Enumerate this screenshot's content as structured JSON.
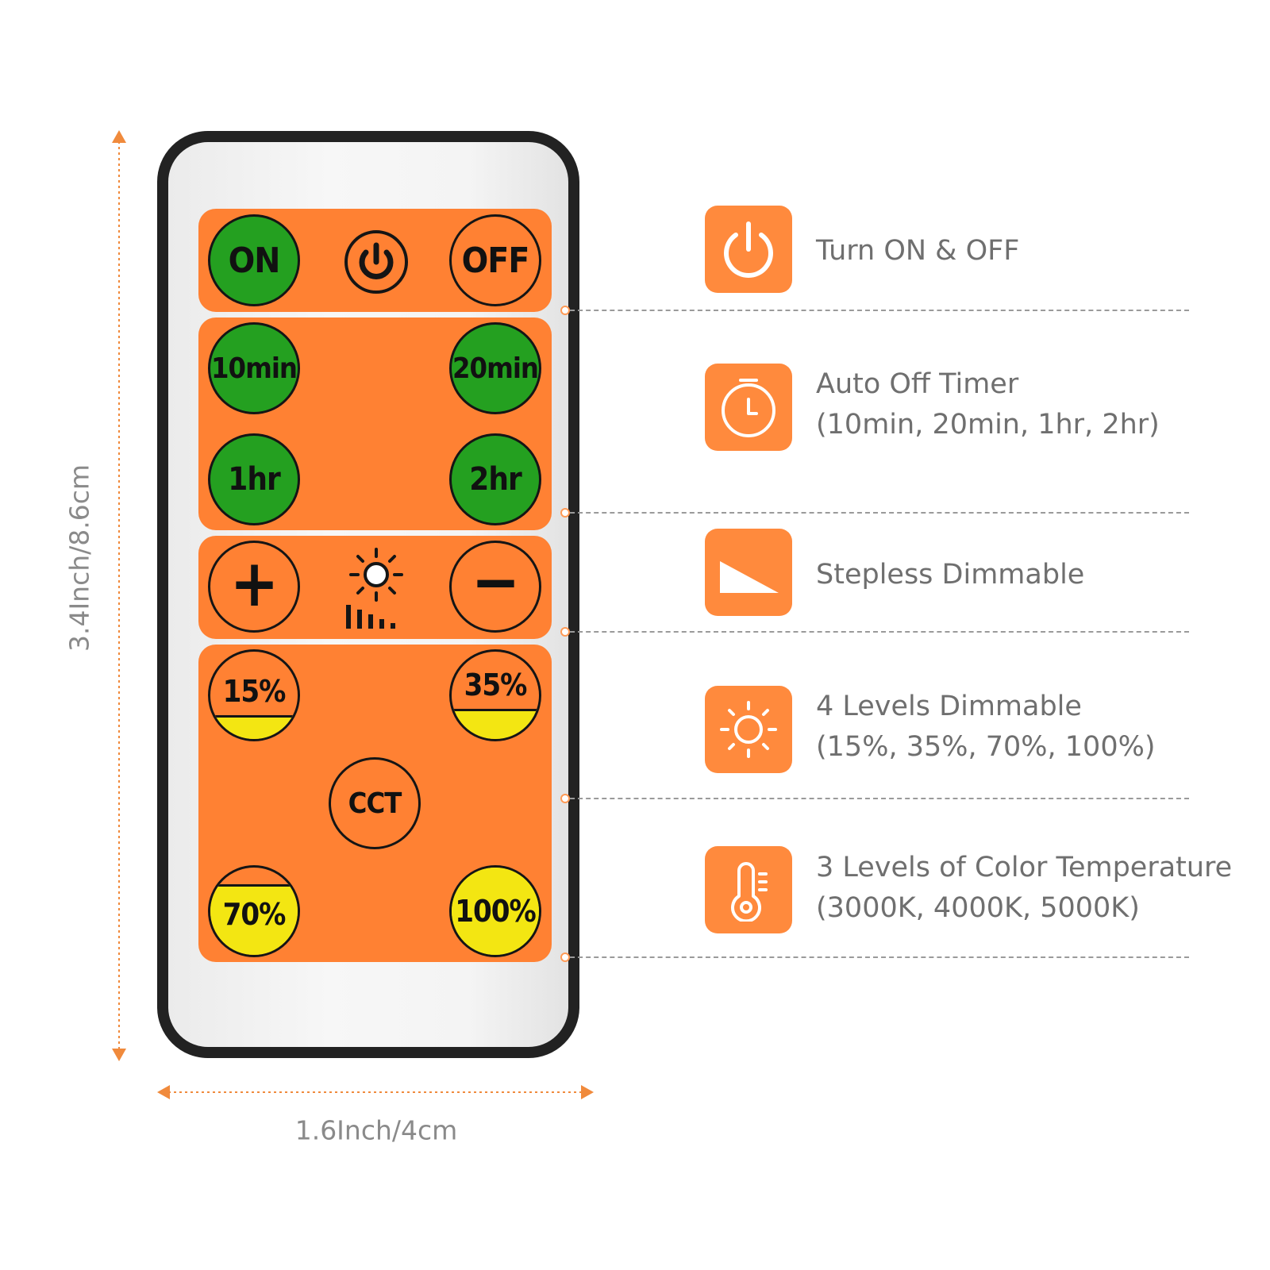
{
  "dimensions": {
    "height_label": "3.4Inch/8.6cm",
    "width_label": "1.6Inch/4cm"
  },
  "remote": {
    "buttons": {
      "on": "ON",
      "off": "OFF",
      "t10": "10min",
      "t20": "20min",
      "t1h": "1hr",
      "t2h": "2hr",
      "plus": "+",
      "minus": "−",
      "p15": "15%",
      "p35": "35%",
      "cct": "CCT",
      "p70": "70%",
      "p100": "100%"
    },
    "dim_levels": {
      "p15": 0.25,
      "p35": 0.32,
      "p70": 0.78,
      "p100": 1.0
    }
  },
  "features": [
    {
      "icon": "power-icon",
      "title": "Turn ON & OFF",
      "subtitle": ""
    },
    {
      "icon": "stopwatch-icon",
      "title": "Auto Off Timer",
      "subtitle": "(10min, 20min, 1hr, 2hr)"
    },
    {
      "icon": "wedge-icon",
      "title": "Stepless Dimmable",
      "subtitle": ""
    },
    {
      "icon": "sun-icon",
      "title": "4 Levels Dimmable",
      "subtitle": "(15%, 35%, 70%, 100%)"
    },
    {
      "icon": "thermometer-icon",
      "title": "3 Levels of Color Temperature",
      "subtitle": "(3000K, 4000K, 5000K)"
    }
  ],
  "colors": {
    "accent_orange": "#ff8133",
    "button_green": "#24a020",
    "button_yellow": "#f3e612",
    "text_gray": "#6f6f6f"
  }
}
